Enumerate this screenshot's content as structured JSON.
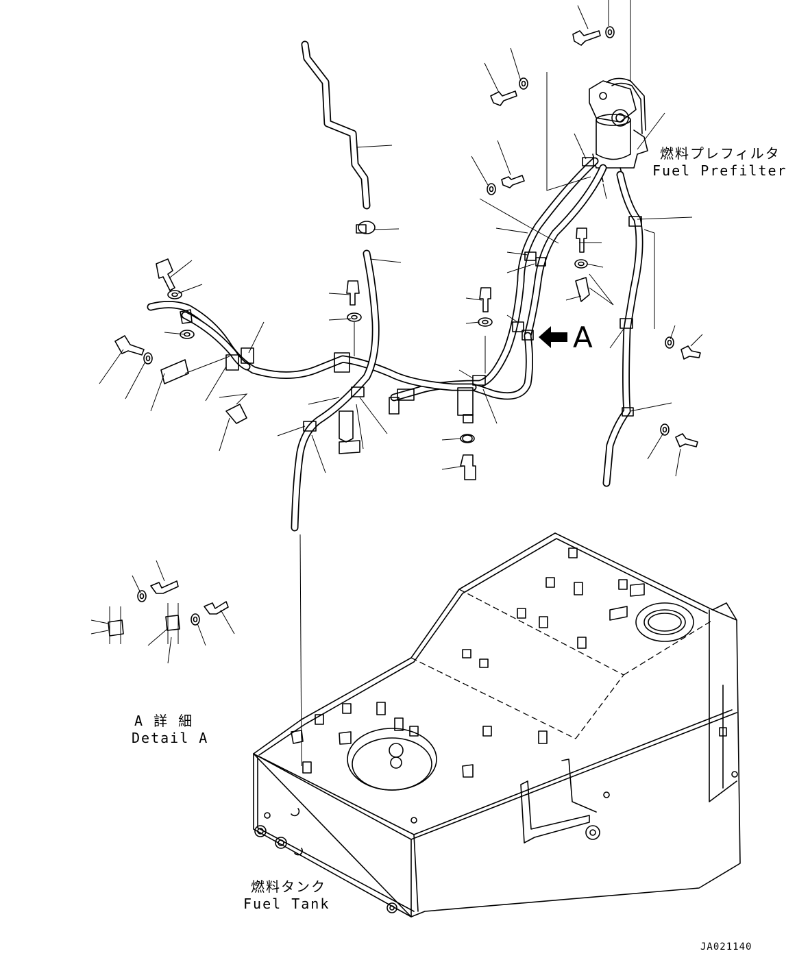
{
  "labels": {
    "prefilter_jp": "燃料プレフィルタ",
    "prefilter_en": "Fuel Prefilter",
    "detail_jp": "A 詳 細",
    "detail_en": "Detail A",
    "tank_jp": "燃料タンク",
    "tank_en": "Fuel Tank",
    "view_marker": "A",
    "drawing_code": "JA021140"
  },
  "icons": {
    "view_arrow": "filled-left-arrow"
  }
}
